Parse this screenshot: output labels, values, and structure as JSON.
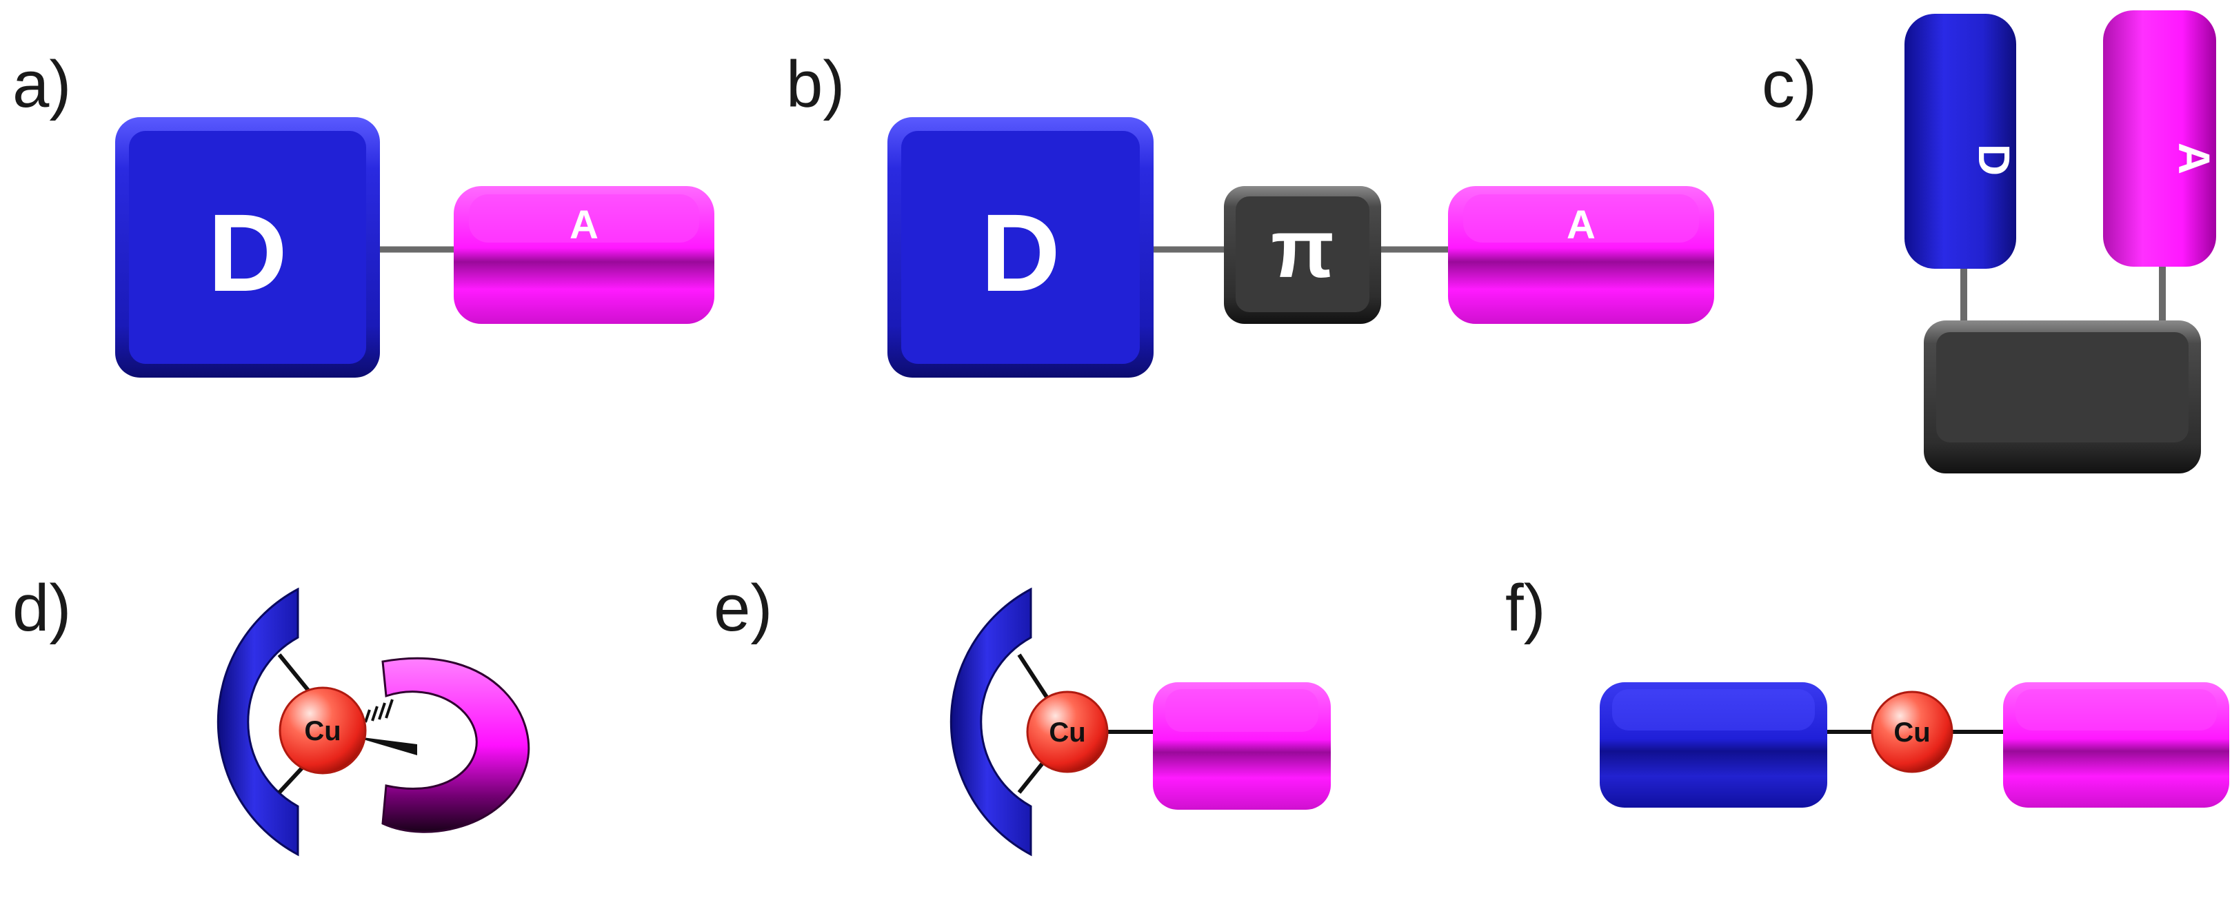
{
  "panels": {
    "a": {
      "label": "a)",
      "donor": "D",
      "acceptor": "A"
    },
    "b": {
      "label": "b)",
      "donor": "D",
      "bridge": "π",
      "acceptor": "A"
    },
    "c": {
      "label": "c)",
      "donor": "D",
      "acceptor": "A"
    },
    "d": {
      "label": "d)",
      "metal": "Cu"
    },
    "e": {
      "label": "e)",
      "metal": "Cu"
    },
    "f": {
      "label": "f)",
      "metal": "Cu"
    }
  },
  "colors": {
    "donor": "#1f1fd0",
    "acceptor": "#ff10ff",
    "bridge": "#2b2b2b",
    "metal": "#e8241a",
    "linker": "#6a6a6a"
  }
}
